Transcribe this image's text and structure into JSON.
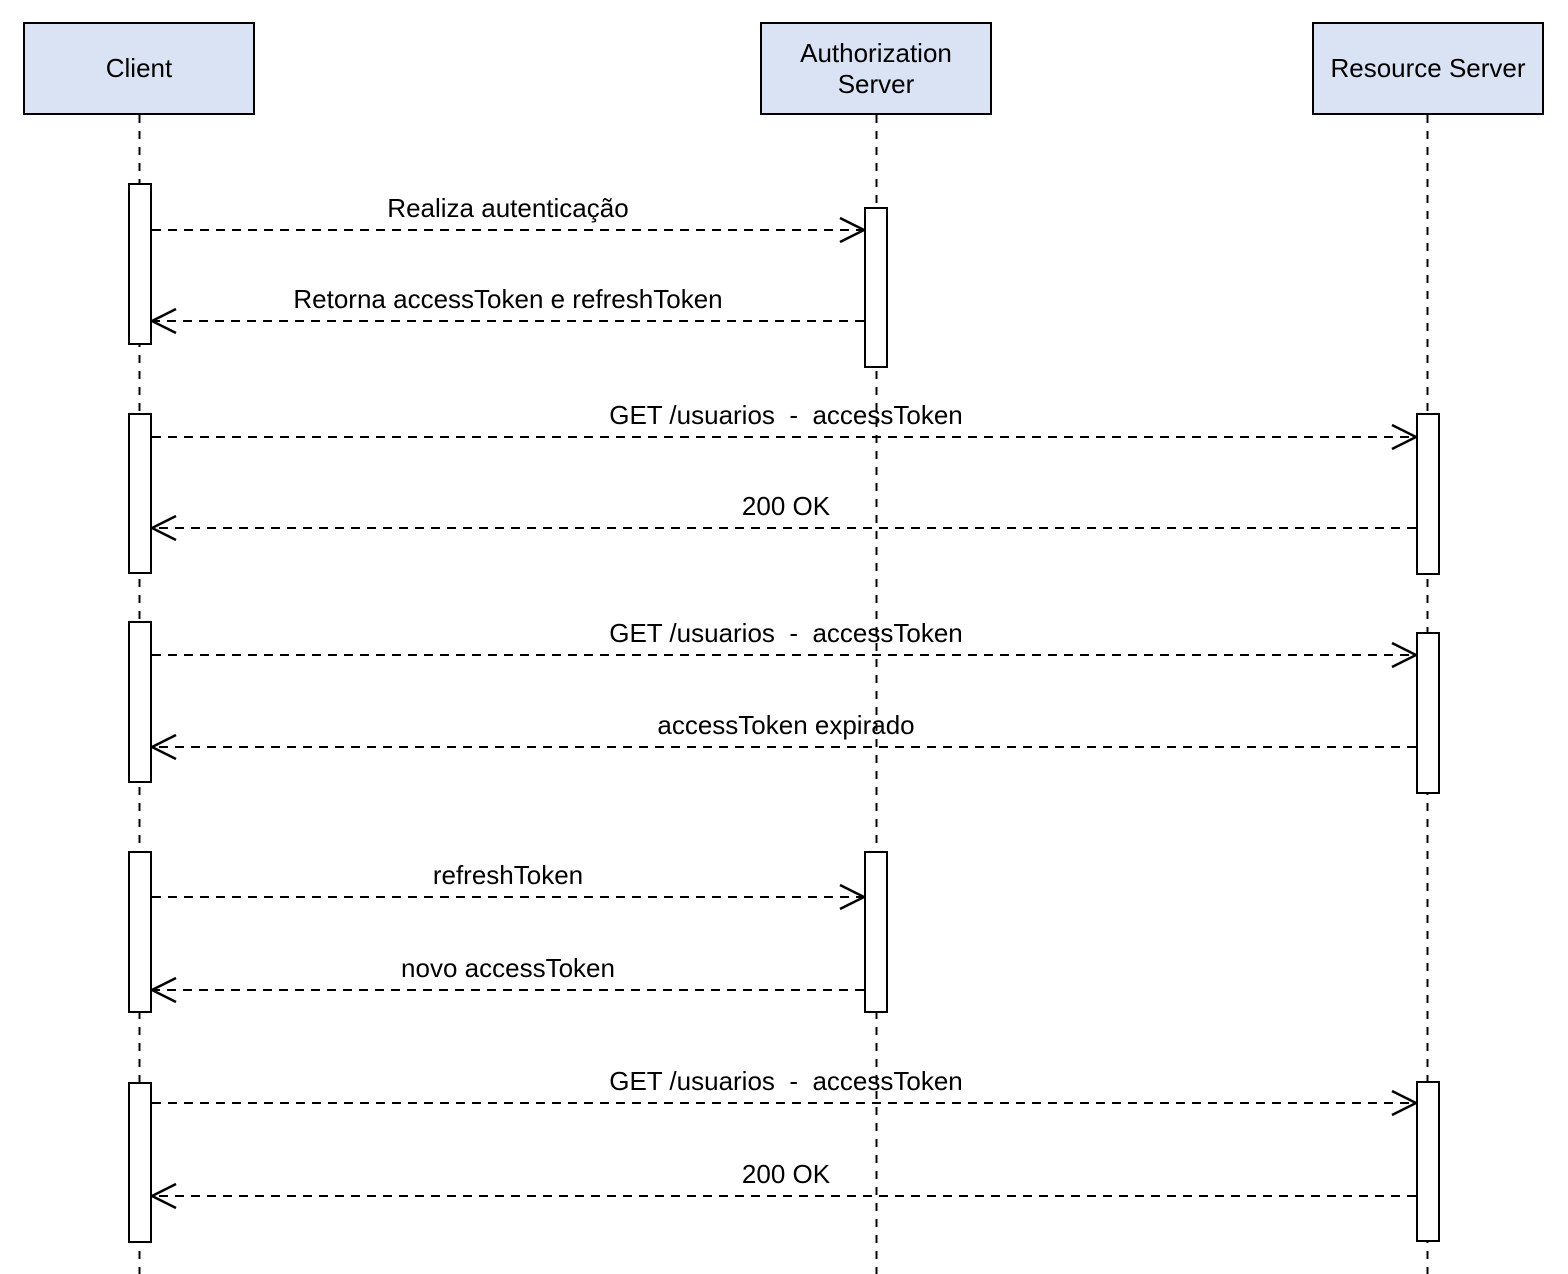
{
  "diagram_type": "uml-sequence",
  "colors": {
    "participant_fill": "#dae3f3",
    "stroke": "#000000",
    "background": "#ffffff"
  },
  "participants": [
    {
      "id": "client",
      "label": "Client"
    },
    {
      "id": "authorization-server",
      "label": "Authorization Server"
    },
    {
      "id": "resource-server",
      "label": "Resource Server"
    }
  ],
  "messages": [
    {
      "from": "client",
      "to": "authorization-server",
      "style": "dashed",
      "label": "Realiza autenticação"
    },
    {
      "from": "authorization-server",
      "to": "client",
      "style": "dashed",
      "label": "Retorna accessToken e refreshToken"
    },
    {
      "from": "client",
      "to": "resource-server",
      "style": "dashed",
      "label": "GET /usuarios  -  accessToken"
    },
    {
      "from": "resource-server",
      "to": "client",
      "style": "dashed",
      "label": "200 OK"
    },
    {
      "from": "client",
      "to": "resource-server",
      "style": "dashed",
      "label": "GET /usuarios  -  accessToken"
    },
    {
      "from": "resource-server",
      "to": "client",
      "style": "dashed",
      "label": "accessToken expirado"
    },
    {
      "from": "client",
      "to": "authorization-server",
      "style": "dashed",
      "label": "refreshToken"
    },
    {
      "from": "authorization-server",
      "to": "client",
      "style": "dashed",
      "label": "novo accessToken"
    },
    {
      "from": "client",
      "to": "resource-server",
      "style": "dashed",
      "label": "GET /usuarios  -  accessToken"
    },
    {
      "from": "resource-server",
      "to": "client",
      "style": "dashed",
      "label": "200 OK"
    }
  ]
}
